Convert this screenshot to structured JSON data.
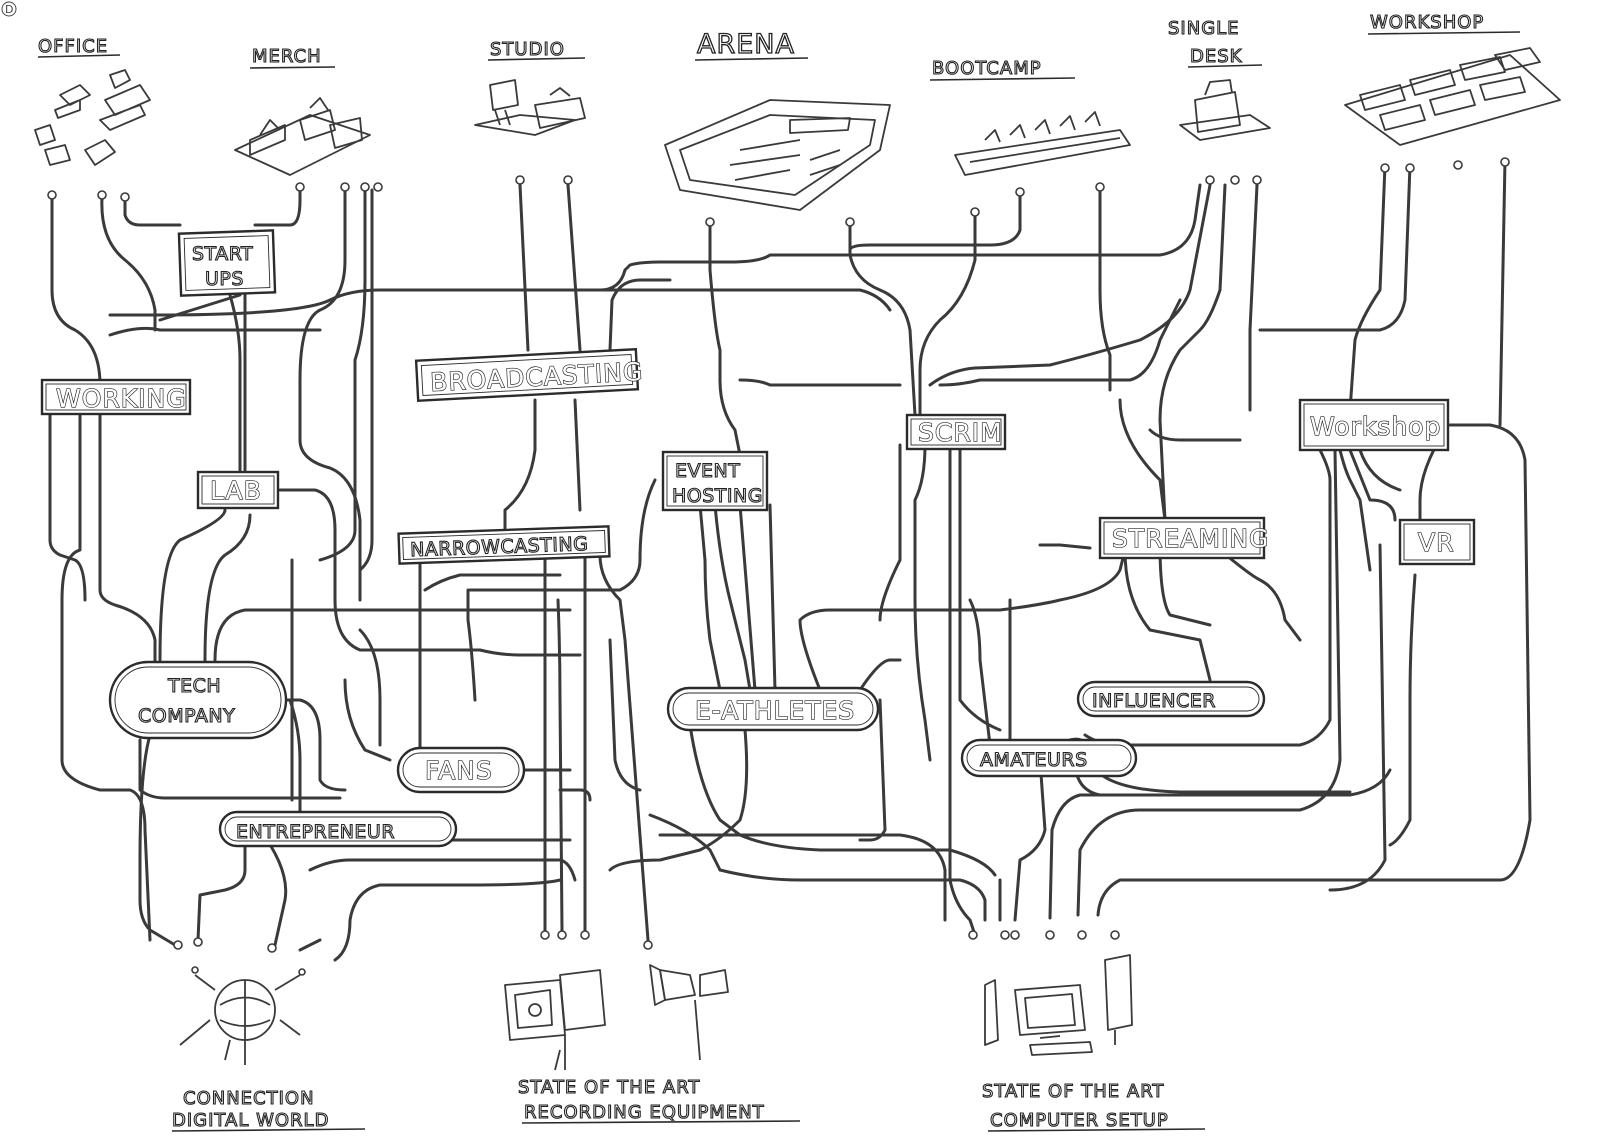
{
  "diagram": {
    "corner_mark": "D",
    "top_labels": [
      {
        "id": "office",
        "lines": [
          "OFFICE"
        ]
      },
      {
        "id": "merch",
        "lines": [
          "MERCH"
        ]
      },
      {
        "id": "studio",
        "lines": [
          "STUDIO"
        ]
      },
      {
        "id": "arena",
        "lines": [
          "ARENA"
        ]
      },
      {
        "id": "bootcamp",
        "lines": [
          "BOOTCAMP"
        ]
      },
      {
        "id": "single-desk",
        "lines": [
          "SINGLE",
          "DESK"
        ]
      },
      {
        "id": "workshop-top",
        "lines": [
          "WORKSHOP"
        ]
      }
    ],
    "hubs": [
      {
        "id": "start-ups",
        "lines": [
          "START",
          "UPS"
        ]
      },
      {
        "id": "working",
        "lines": [
          "WORKING"
        ]
      },
      {
        "id": "broadcasting",
        "lines": [
          "BROADCASTING"
        ]
      },
      {
        "id": "lab",
        "lines": [
          "LAB"
        ]
      },
      {
        "id": "event-hosting",
        "lines": [
          "EVENT",
          "HOSTING"
        ]
      },
      {
        "id": "scrim",
        "lines": [
          "SCRIM"
        ]
      },
      {
        "id": "workshop",
        "lines": [
          "Workshop"
        ]
      },
      {
        "id": "narrowcasting",
        "lines": [
          "NARROWCASTING"
        ]
      },
      {
        "id": "streaming",
        "lines": [
          "STREAMING"
        ]
      },
      {
        "id": "vr",
        "lines": [
          "VR"
        ]
      },
      {
        "id": "tech-company",
        "lines": [
          "TECH",
          "COMPANY"
        ]
      },
      {
        "id": "e-athletes",
        "lines": [
          "E-ATHLETES"
        ]
      },
      {
        "id": "influencer",
        "lines": [
          "INFLUENCER"
        ]
      },
      {
        "id": "fans",
        "lines": [
          "FANS"
        ]
      },
      {
        "id": "amateurs",
        "lines": [
          "AMATEURS"
        ]
      },
      {
        "id": "entrepreneur",
        "lines": [
          "ENTREPRENEUR"
        ]
      }
    ],
    "bottom_labels": [
      {
        "id": "connection-digital-world",
        "lines": [
          "CONNECTION",
          "DIGITAL WORLD"
        ]
      },
      {
        "id": "recording-equipment",
        "lines": [
          "STATE OF THE ART",
          "RECORDING EQUIPMENT"
        ]
      },
      {
        "id": "computer-setup",
        "lines": [
          "STATE OF THE ART",
          "COMPUTER SETUP"
        ]
      }
    ]
  }
}
